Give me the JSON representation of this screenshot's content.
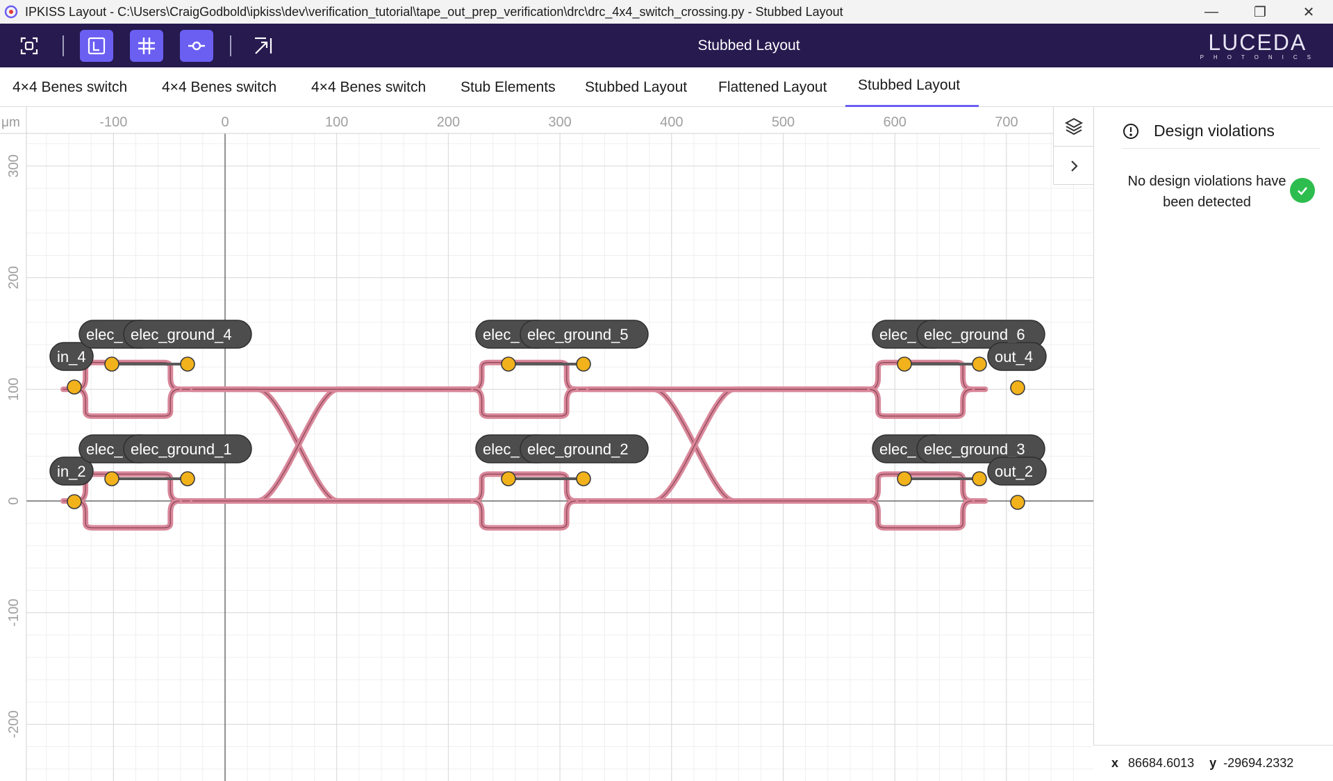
{
  "window": {
    "title": "IPKISS Layout - C:\\Users\\CraigGodbold\\ipkiss\\dev\\verification_tutorial\\tape_out_prep_verification\\drc\\drc_4x4_switch_crossing.py - Stubbed Layout",
    "minimize": "—",
    "restore": "❐",
    "close": "✕"
  },
  "toolbar": {
    "title": "Stubbed Layout",
    "logo_text": "LUCEDA",
    "logo_sub": "PHOTONICS",
    "tools": [
      {
        "name": "fit-view",
        "icon": "fit-view-icon",
        "active": false
      },
      {
        "name": "layer-labels",
        "icon": "label-icon",
        "active": true
      },
      {
        "name": "grid",
        "icon": "grid-icon",
        "active": true
      },
      {
        "name": "ports",
        "icon": "port-icon",
        "active": true
      },
      {
        "name": "measure",
        "icon": "measure-icon",
        "active": false
      }
    ],
    "accent": "#6b5ff2",
    "background": "#261a4f"
  },
  "tabs": [
    {
      "label": "4×4 Benes switch",
      "active": false
    },
    {
      "label": "4×4 Benes switch",
      "active": false
    },
    {
      "label": "4×4 Benes switch",
      "active": false
    },
    {
      "label": "Stub Elements",
      "active": false
    },
    {
      "label": "Stubbed Layout",
      "active": false
    },
    {
      "label": "Flattened Layout",
      "active": false
    },
    {
      "label": "Stubbed Layout",
      "active": true
    }
  ],
  "canvas": {
    "unit": "μm",
    "x_ticks": [
      "-100",
      "0",
      "100",
      "200",
      "300",
      "400",
      "500",
      "600",
      "700"
    ],
    "y_ticks": [
      "300",
      "200",
      "100",
      "0",
      "-100",
      "-200"
    ],
    "waveguide_color": "#d9879a",
    "port_color": "#f2b21b",
    "labels": {
      "in_4": "in_4",
      "in_2": "in_2",
      "out_4": "out_4",
      "out_2": "out_2",
      "elec": "elec_",
      "ground_4": "elec_ground_4",
      "ground_1": "elec_ground_1",
      "ground_5": "elec_ground_5",
      "ground_2": "elec_ground_2",
      "ground_6": "elec_ground_6",
      "ground_3": "elec_ground_3"
    }
  },
  "side_tools": [
    {
      "name": "layers",
      "icon": "layers-icon"
    },
    {
      "name": "expand",
      "icon": "chevron-right-icon"
    }
  ],
  "panel": {
    "title": "Design violations",
    "message": "No design violations have been detected",
    "status_color": "#2dbd4f"
  },
  "status": {
    "x_label": "x",
    "x_value": "86684.6013",
    "y_label": "y",
    "y_value": "-29694.2332"
  }
}
